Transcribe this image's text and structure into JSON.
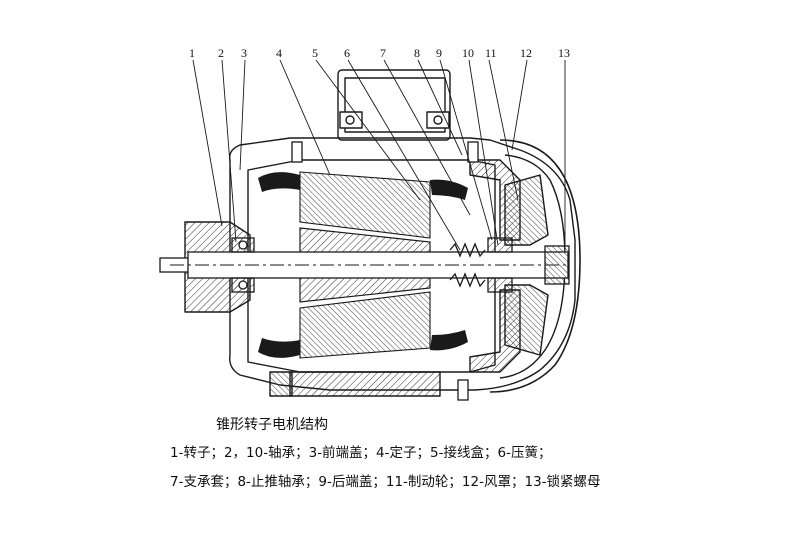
{
  "diagram": {
    "callout_numbers": [
      "1",
      "2",
      "3",
      "4",
      "5",
      "6",
      "7",
      "8",
      "9",
      "10",
      "11",
      "12",
      "13"
    ],
    "caption_title": "锥形转子电机结构",
    "legend_lines": [
      "1-转子；2，10-轴承；3-前端盖；4-定子；5-接线盒；6-压簧；",
      "7-支承套；8-止推轴承；9-后端盖；11-制动轮；12-风罩；13-锁紧螺母"
    ],
    "colors": {
      "line": "#1a1a1a",
      "fill": "#ffffff",
      "hatch": "#333333"
    }
  }
}
